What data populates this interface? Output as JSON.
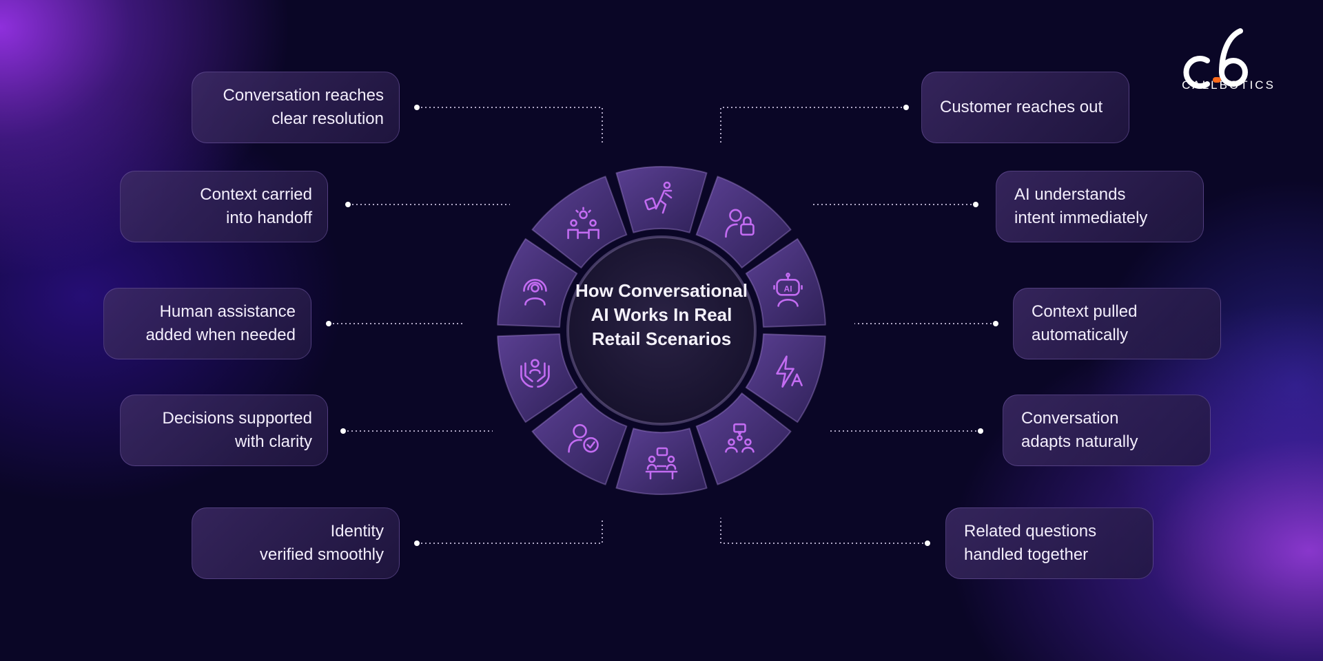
{
  "title": "How Conversational AI Works In Real Retail Scenarios",
  "brand": {
    "name": "CALLBOTICS"
  },
  "colors": {
    "accent": "#b95cf0",
    "background": "#0a0626",
    "text": "#f3eefc"
  },
  "steps": [
    {
      "label": "Customer reaches out",
      "icon": "person-lock-icon"
    },
    {
      "label": "AI understands\nintent immediately",
      "icon": "ai-robot-icon"
    },
    {
      "label": "Context pulled\nautomatically",
      "icon": "lightning-auto-icon"
    },
    {
      "label": "Conversation\nadapts naturally",
      "icon": "people-chat-icon"
    },
    {
      "label": "Related questions\nhandled together",
      "icon": "meeting-chat-icon"
    },
    {
      "label": "Identity\nverified smoothly",
      "icon": "user-check-icon"
    },
    {
      "label": "Decisions supported\nwith clarity",
      "icon": "hands-support-icon"
    },
    {
      "label": "Human assistance\nadded when needed",
      "icon": "human-agent-icon"
    },
    {
      "label": "Context carried\ninto handoff",
      "icon": "idea-team-icon"
    },
    {
      "label": "Conversation reaches\nclear resolution",
      "icon": "traveler-luggage-icon"
    }
  ]
}
